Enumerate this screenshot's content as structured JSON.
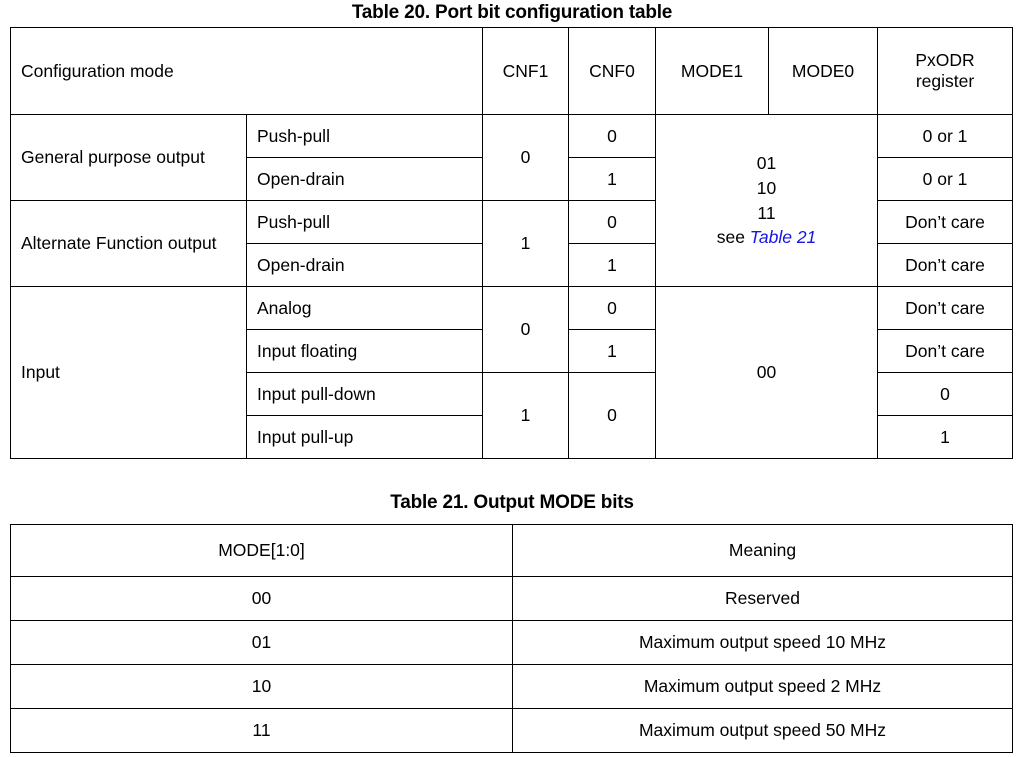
{
  "document": {
    "background": "#ffffff",
    "text_color": "#000000",
    "link_color": "#1414e6"
  },
  "table20": {
    "caption": "Table 20. Port bit configuration table",
    "headers": {
      "config_mode": "Configuration mode",
      "cnf1": "CNF1",
      "cnf0": "CNF0",
      "mode1": "MODE1",
      "mode0": "MODE0",
      "pxodr_line1": "PxODR",
      "pxodr_line2": "register"
    },
    "groups": [
      {
        "label": "General purpose output",
        "cnf1": "0",
        "rows": [
          {
            "type": "Push-pull",
            "cnf0": "0",
            "pxodr": "0 or 1"
          },
          {
            "type": "Open-drain",
            "cnf0": "1",
            "pxodr": "0 or 1"
          }
        ]
      },
      {
        "label": "Alternate Function output",
        "cnf1": "1",
        "rows": [
          {
            "type": "Push-pull",
            "cnf0": "0",
            "pxodr": "Don’t care"
          },
          {
            "type": "Open-drain",
            "cnf0": "1",
            "pxodr": "Don’t care"
          }
        ]
      },
      {
        "label": "Input",
        "subgroups": [
          {
            "cnf1": "0",
            "rows": [
              {
                "type": "Analog",
                "cnf0": "0",
                "pxodr": "Don’t care"
              },
              {
                "type": "Input floating",
                "cnf0": "1",
                "pxodr": "Don’t care"
              }
            ]
          },
          {
            "cnf1": "1",
            "cnf0_merged": "0",
            "rows": [
              {
                "type": "Input pull-down",
                "pxodr": "0"
              },
              {
                "type": "Input pull-up",
                "pxodr": "1"
              }
            ]
          }
        ]
      }
    ],
    "mode_output": {
      "bits": [
        "01",
        "10",
        "11"
      ],
      "see_text": "see ",
      "link_text": "Table 21"
    },
    "mode_input": "00"
  },
  "table21": {
    "caption": "Table 21. Output MODE bits",
    "headers": {
      "mode": "MODE[1:0]",
      "meaning": "Meaning"
    },
    "rows": [
      {
        "mode": "00",
        "meaning": "Reserved"
      },
      {
        "mode": "01",
        "meaning": "Maximum output speed 10 MHz"
      },
      {
        "mode": "10",
        "meaning": "Maximum output speed 2 MHz"
      },
      {
        "mode": "11",
        "meaning": "Maximum output speed 50 MHz"
      }
    ]
  }
}
